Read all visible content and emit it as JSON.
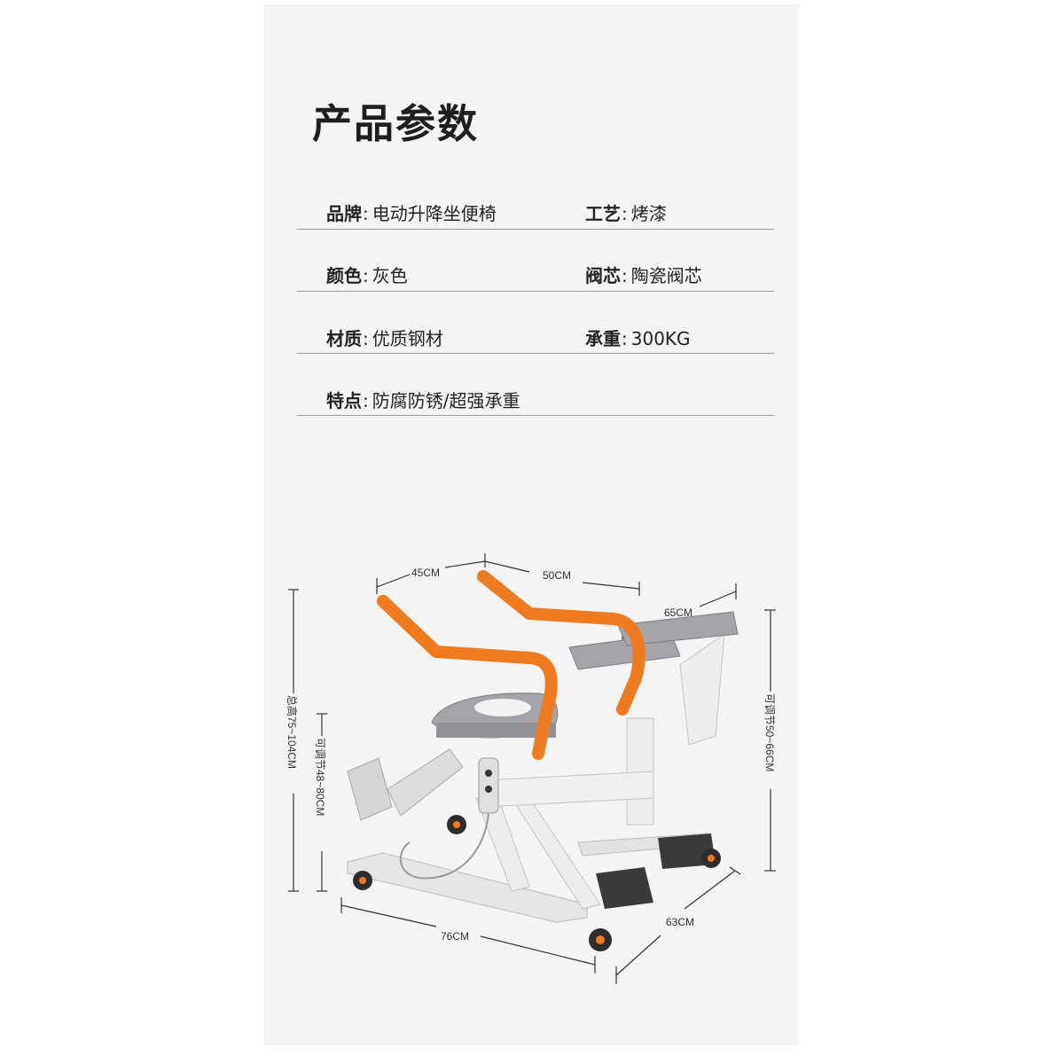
{
  "page": {
    "title": "产品参数"
  },
  "specs": [
    {
      "key": "品牌",
      "value": "电动升降坐便椅"
    },
    {
      "key": "工艺",
      "value": "烤漆"
    },
    {
      "key": "颜色",
      "value": "灰色"
    },
    {
      "key": "阀芯",
      "value": "陶瓷阀芯"
    },
    {
      "key": "材质",
      "value": "优质钢材"
    },
    {
      "key": "承重",
      "value": "300KG"
    },
    {
      "key": "特点",
      "value": "防腐防锈/超强承重"
    }
  ],
  "dimensions": {
    "top_left": "45CM",
    "top_right": "50CM",
    "armrest": "65CM",
    "total_height": "总高75~104CM",
    "seat_adjust": "可调节48~80CM",
    "arm_adjust": "可调节50~66CM",
    "length": "76CM",
    "width": "63CM"
  },
  "colors": {
    "accent": "#f07a1e",
    "frame": "#e9e9e9",
    "seat": "#9a9c9f"
  }
}
